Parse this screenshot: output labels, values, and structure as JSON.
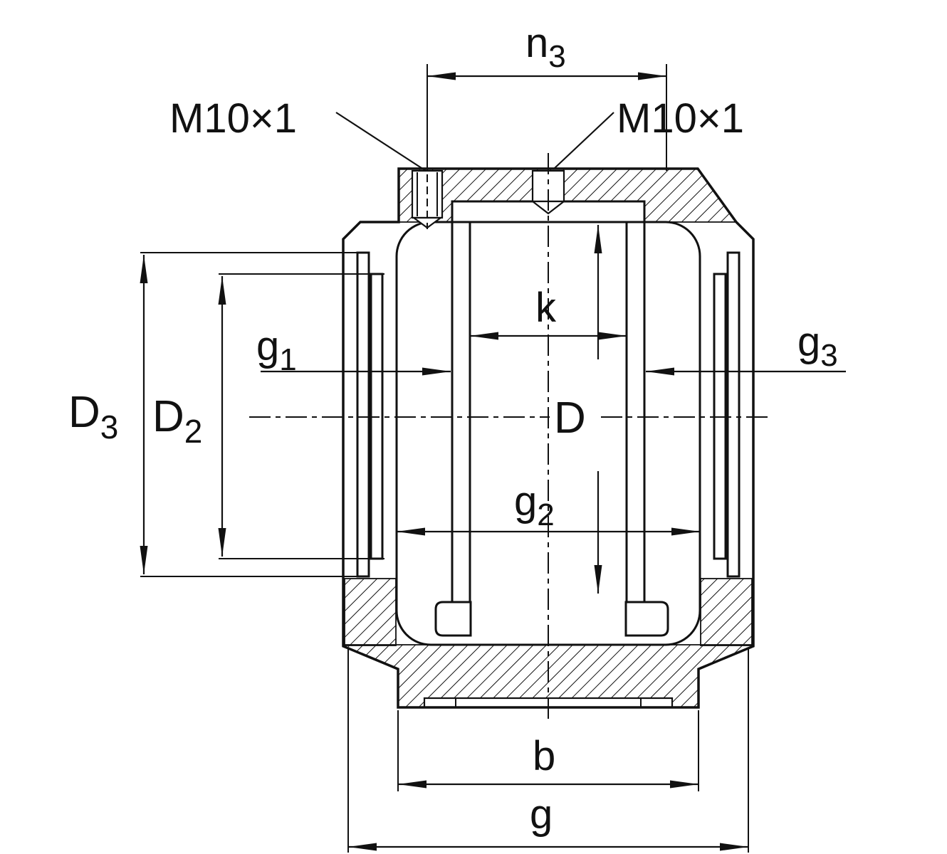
{
  "colors": {
    "line": "#111111",
    "background": "#ffffff"
  },
  "labels": {
    "n3": {
      "text": "n",
      "sub": "3"
    },
    "m10_left": {
      "text": "M10×1",
      "sub": ""
    },
    "m10_right": {
      "text": "M10×1",
      "sub": ""
    },
    "k": {
      "text": "k",
      "sub": ""
    },
    "g1": {
      "text": "g",
      "sub": "1"
    },
    "g3": {
      "text": "g",
      "sub": "3"
    },
    "d3": {
      "text": "D",
      "sub": "3"
    },
    "d2": {
      "text": "D",
      "sub": "2"
    },
    "d": {
      "text": "D",
      "sub": ""
    },
    "g2": {
      "text": "g",
      "sub": "2"
    },
    "b": {
      "text": "b",
      "sub": ""
    },
    "g": {
      "text": "g",
      "sub": ""
    }
  }
}
